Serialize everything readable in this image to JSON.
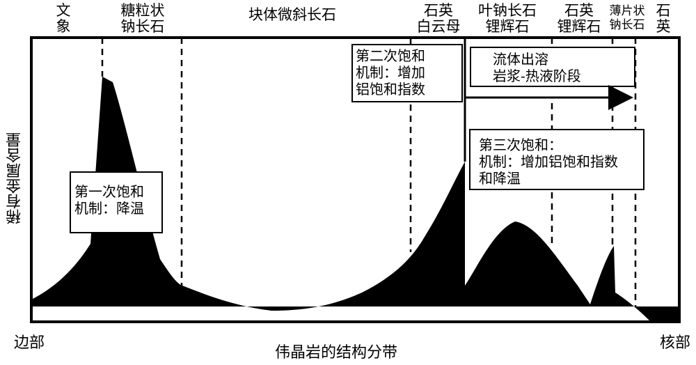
{
  "zones": [
    {
      "id": "graphic",
      "text": "文\n象"
    },
    {
      "id": "sugary",
      "text": "糖粒状\n钠长石"
    },
    {
      "id": "blocky",
      "text": "块体微斜长石"
    },
    {
      "id": "qz-bio",
      "text": "石英\n白云母"
    },
    {
      "id": "lep-qz",
      "text": "叶钠长石\n锂辉石"
    },
    {
      "id": "qz-spod",
      "text": "石英\n锂辉石"
    },
    {
      "id": "platy",
      "text": "薄片状\n钠长石"
    },
    {
      "id": "quartz",
      "text": "石\n英"
    }
  ],
  "boxes": {
    "first": "第一次饱和\n机制：降温",
    "second": "第二次饱和\n机制：增加\n铝饱和指数",
    "third": "第三次饱和：\n机制：增加铝饱和指数\n和降温",
    "fluid": "流体出溶\n岩浆-热液阶段"
  },
  "axes": {
    "y_label": "稀有金属含量",
    "x_label": "伟晶岩的结构分带",
    "left_end": "边部",
    "right_end": "核部"
  }
}
